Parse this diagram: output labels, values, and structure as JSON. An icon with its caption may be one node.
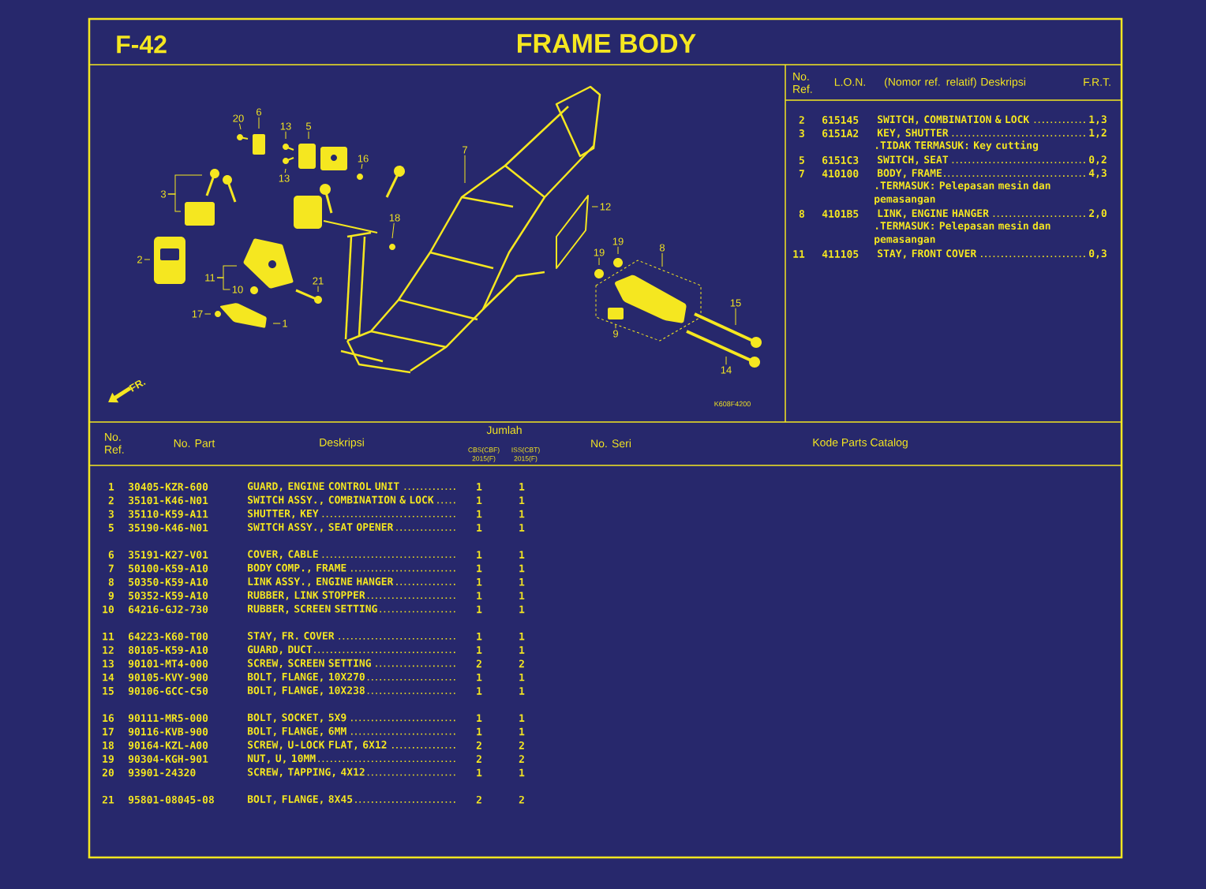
{
  "diagram": {
    "title": "FRAME BODY",
    "nodes": [
      {
        "text": [
          "6"
        ]
      },
      {
        "text": [
          "20"
        ]
      },
      {
        "text": [
          "13"
        ]
      },
      {
        "text": [
          "5"
        ]
      },
      {
        "text": [
          "7"
        ]
      },
      {
        "text": [
          "16"
        ]
      },
      {
        "text": [
          "13"
        ]
      },
      {
        "text": [
          "3"
        ]
      },
      {
        "text": [
          "12"
        ]
      },
      {
        "text": [
          "18"
        ]
      },
      {
        "text": [
          "19"
        ]
      },
      {
        "text": [
          "8"
        ]
      },
      {
        "text": [
          "19"
        ]
      },
      {
        "text": [
          "2"
        ]
      },
      {
        "text": [
          "11"
        ]
      },
      {
        "text": [
          "21"
        ]
      },
      {
        "text": [
          "10"
        ]
      },
      {
        "text": [
          "15"
        ]
      },
      {
        "text": [
          "17"
        ]
      },
      {
        "text": [
          "1"
        ]
      },
      {
        "text": [
          "9"
        ]
      },
      {
        "text": [
          "14"
        ]
      }
    ],
    "edges": [
      {
        "from": 0,
        "to": null,
        "arrow": "none"
      },
      {
        "from": 1,
        "to": null,
        "arrow": "none"
      },
      {
        "from": 2,
        "to": null,
        "arrow": "none"
      },
      {
        "from": 3,
        "to": null,
        "arrow": "none"
      },
      {
        "from": 4,
        "to": null,
        "arrow": "none"
      },
      {
        "from": 5,
        "to": null,
        "arrow": "none"
      },
      {
        "from": 6,
        "to": null,
        "arrow": "none"
      },
      {
        "from": 7,
        "to": null,
        "arrow": "none"
      },
      {
        "from": 7,
        "to": null,
        "arrow": "none"
      },
      {
        "from": 8,
        "to": null,
        "arrow": "none"
      },
      {
        "from": 9,
        "to": null,
        "arrow": "none"
      },
      {
        "from": 10,
        "to": null,
        "arrow": "none"
      },
      {
        "from": 11,
        "to": null,
        "arrow": "none"
      },
      {
        "from": 12,
        "to": null,
        "arrow": "none"
      },
      {
        "from": 13,
        "to": null,
        "arrow": "none"
      },
      {
        "from": 14,
        "to": null,
        "arrow": "none"
      },
      {
        "from": 14,
        "to": 16,
        "arrow": "none"
      },
      {
        "from": 15,
        "to": null,
        "arrow": "none"
      },
      {
        "from": 17,
        "to": null,
        "arrow": "none"
      },
      {
        "from": 18,
        "to": null,
        "arrow": "none"
      },
      {
        "from": 19,
        "to": null,
        "arrow": "none"
      },
      {
        "from": 20,
        "to": null,
        "arrow": "none"
      },
      {
        "from": 21,
        "to": null,
        "arrow": "none"
      }
    ],
    "labels": [
      "F-42",
      "No. Ref.",
      "L.O.N.",
      "(Nomor ref. relatif) Deskripsi",
      "F.R.T.",
      "2",
      "615145",
      "SWITCH, COMBINATION & LOCK",
      "1,3",
      "3",
      "6151A2",
      "KEY, SHUTTER",
      "1,2",
      ".TIDAK TERMASUK: Key cutting",
      "5",
      "6151C3",
      "SWITCH, SEAT",
      "0,2",
      "7",
      "410100",
      "BODY, FRAME",
      "4,3",
      ".TERMASUK: Pelepasan mesin dan pemasangan",
      "8",
      "4101B5",
      "LINK, ENGINE HANGER",
      "2,0",
      ".TERMASUK: Pelepasan mesin dan pemasangan",
      "11",
      "411105",
      "STAY, FRONT COVER",
      "0,3",
      "FR.",
      "K608F4200",
      "No. Ref.",
      "No. Part",
      "Deskripsi",
      "Jumlah",
      "CBS(CBF)",
      "ISS(CBT)",
      "2015(F)",
      "2015(F)",
      "No. Seri",
      "Kode Parts Catalog",
      "1",
      "30405-KZR-600",
      "GUARD, ENGINE CONTROL UNIT",
      "1",
      "1",
      "2",
      "35101-K46-N01",
      "SWITCH ASSY., COMBINATION & LOCK",
      "1",
      "1",
      "3",
      "35110-K59-A11",
      "SHUTTER, KEY",
      "1",
      "1",
      "5",
      "35190-K46-N01",
      "SWITCH ASSY., SEAT OPENER",
      "1",
      "1",
      "6",
      "35191-K27-V01",
      "COVER, CABLE",
      "1",
      "1",
      "7",
      "50100-K59-A10",
      "BODY COMP., FRAME",
      "1",
      "1",
      "8",
      "50350-K59-A10",
      "LINK ASSY., ENGINE HANGER",
      "1",
      "1",
      "9",
      "50352-K59-A10",
      "RUBBER, LINK STOPPER",
      "1",
      "1",
      "10",
      "64216-GJ2-730",
      "RUBBER, SCREEN SETTING",
      "1",
      "1",
      "11",
      "64223-K60-T00",
      "STAY, FR. COVER",
      "1",
      "1",
      "12",
      "80105-K59-A10",
      "GUARD, DUCT",
      "1",
      "1",
      "13",
      "90101-MT4-000",
      "SCREW, SCREEN SETTING",
      "2",
      "2",
      "14",
      "90105-KVY-900",
      "BOLT, FLANGE, 10X270",
      "1",
      "1",
      "15",
      "90106-GCC-C50",
      "BOLT, FLANGE, 10X238",
      "1",
      "1",
      "16",
      "90111-MR5-000",
      "BOLT, SOCKET, 5X9",
      "1",
      "1",
      "17",
      "90116-KVB-900",
      "BOLT, FLANGE, 6MM",
      "1",
      "1",
      "18",
      "90164-KZL-A00",
      "SCREW, U-LOCK FLAT, 6X12",
      "2",
      "2",
      "19",
      "90304-KGH-901",
      "NUT, U, 10MM",
      "2",
      "2",
      "20",
      "93901-24320",
      "SCREW, TAPPING, 4X12",
      "1",
      "1",
      "21",
      "95801-08045-08",
      "BOLT, FLANGE, 8X45",
      "2",
      "2"
    ]
  }
}
